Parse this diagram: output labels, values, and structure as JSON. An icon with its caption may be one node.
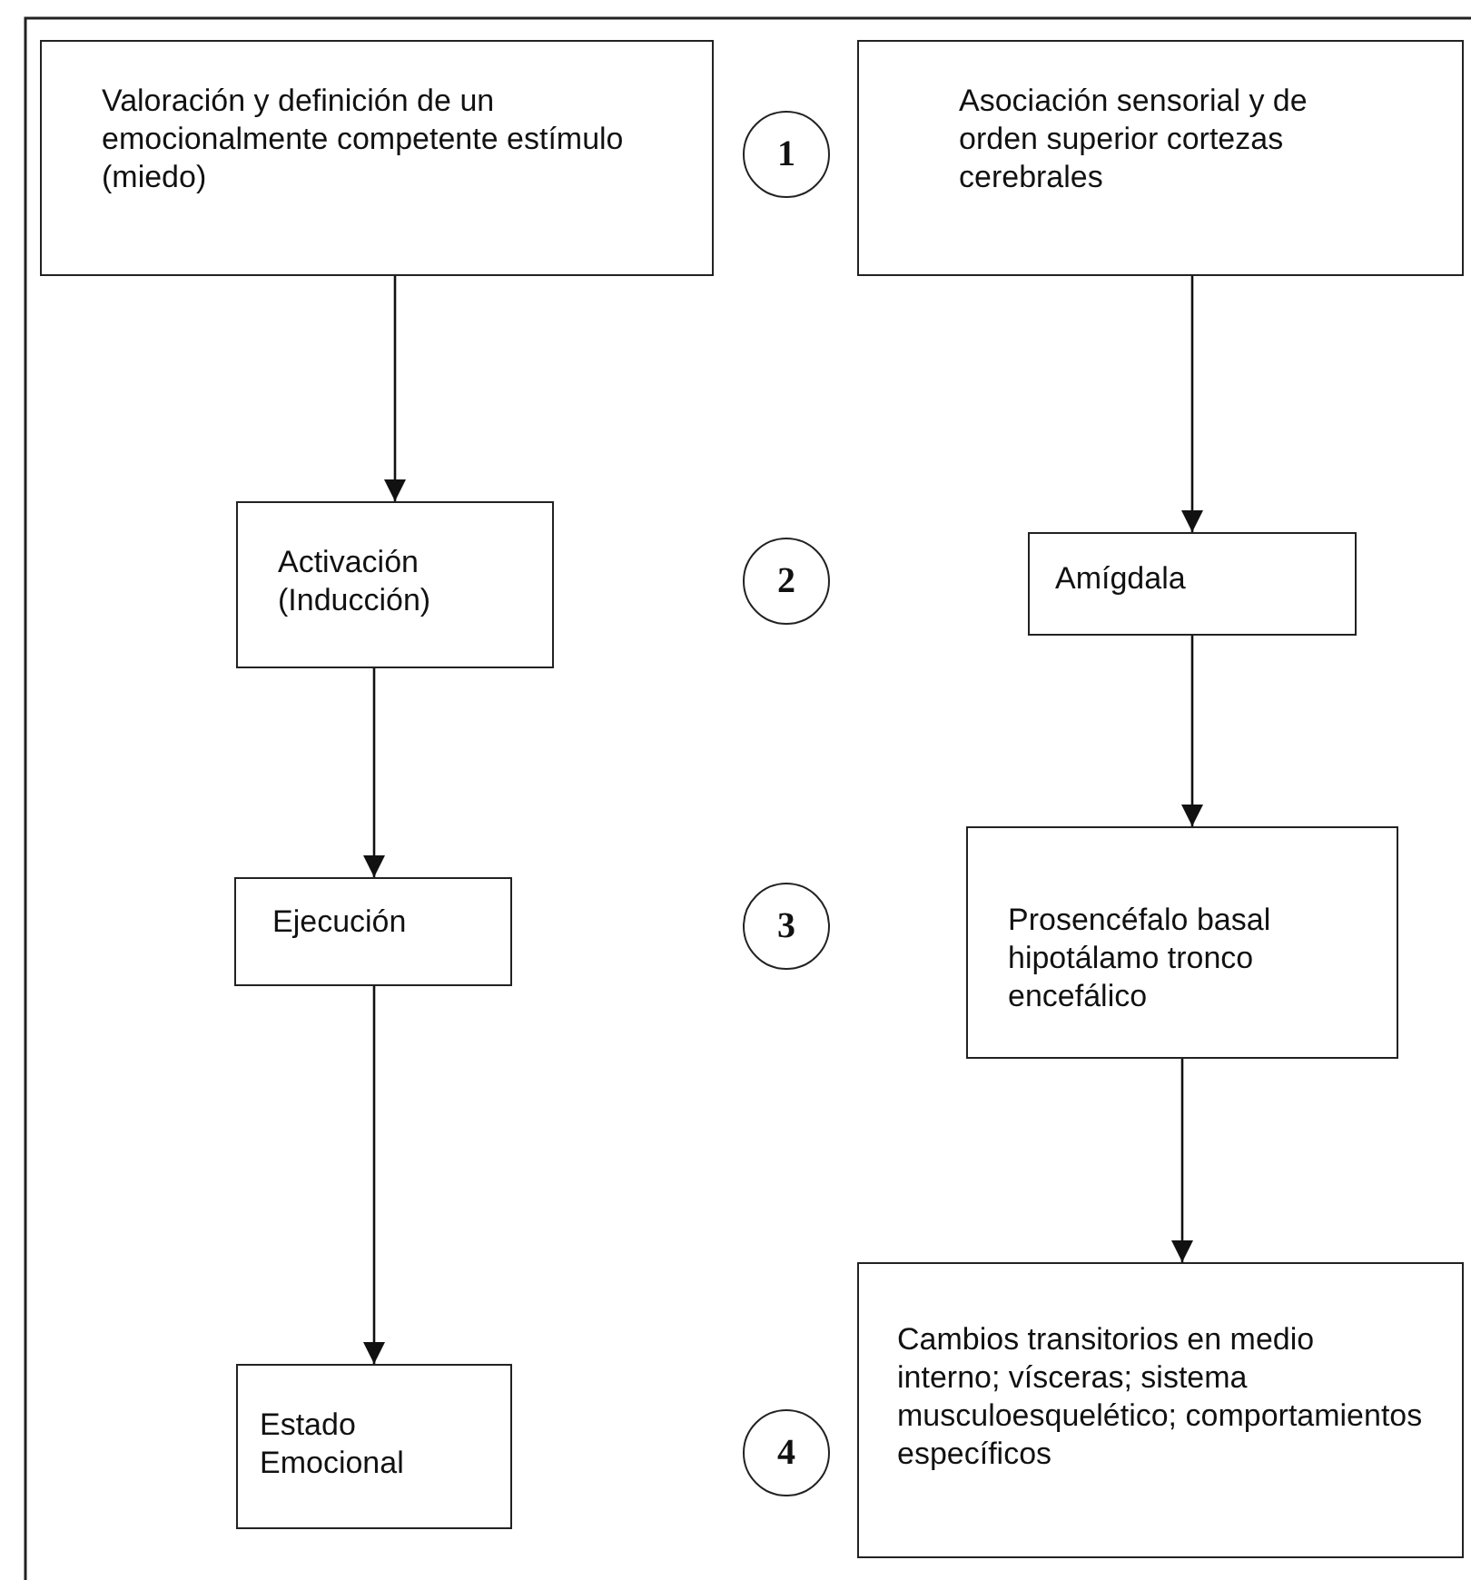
{
  "diagram": {
    "nodes": [
      {
        "text": [
          "Valoración y definición de un emocionalmente competente estímulo (miedo)"
        ]
      },
      {
        "text": [
          "1"
        ]
      },
      {
        "text": [
          "Asociación sensorial y de orden superior cortezas cerebrales"
        ]
      },
      {
        "text": [
          "Activación (Inducción)"
        ]
      },
      {
        "text": [
          "2"
        ]
      },
      {
        "text": [
          "Amígdala"
        ]
      },
      {
        "text": [
          "Ejecución"
        ]
      },
      {
        "text": [
          "3"
        ]
      },
      {
        "text": [
          "Prosencéfalo basal hipotálamo tronco encefálico"
        ]
      },
      {
        "text": [
          "Estado Emocional"
        ]
      },
      {
        "text": [
          "4"
        ]
      },
      {
        "text": [
          "Cambios transitorios en medio interno; vísceras; sistema musculoesquelético; comportamientos específicos"
        ]
      }
    ],
    "edges": [
      {
        "from": 0,
        "to": 3,
        "arrow": "to"
      },
      {
        "from": 3,
        "to": 6,
        "arrow": "to"
      },
      {
        "from": 6,
        "to": 9,
        "arrow": "to"
      },
      {
        "from": 2,
        "to": 5,
        "arrow": "to"
      },
      {
        "from": 5,
        "to": 8,
        "arrow": "to"
      },
      {
        "from": 8,
        "to": 11,
        "arrow": "to"
      }
    ]
  }
}
